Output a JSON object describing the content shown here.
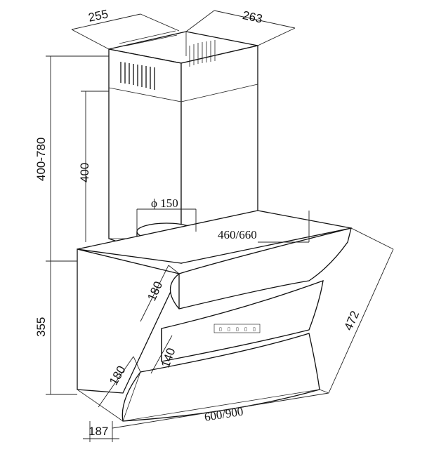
{
  "dimensions": {
    "chimney_width": "255",
    "chimney_depth": "263",
    "total_height_range": "400-780",
    "chimney_height": "400",
    "duct_diameter": "ϕ 150",
    "extension_range": "460/660",
    "hood_height": "355",
    "hood_diagonal": "472",
    "lower_panel": "180",
    "upper_panel": "180",
    "glass_panel": "140",
    "hood_width": "600/900",
    "hood_depth": "187"
  },
  "control_panel": {
    "buttons": [
      "▯",
      "▯",
      "▯",
      "▯",
      "▯"
    ]
  },
  "colors": {
    "stroke": "#111111",
    "background": "#ffffff"
  }
}
